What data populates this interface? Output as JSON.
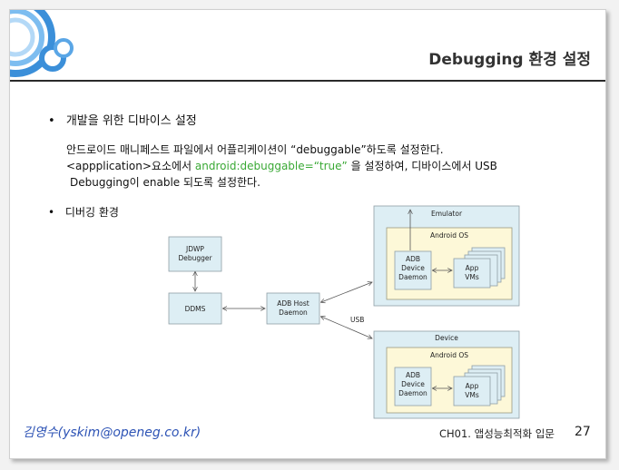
{
  "slide": {
    "title": "Debugging 환경 설정",
    "bullets": [
      {
        "marker": "•",
        "text": "개발을 위한 디바이스 설정"
      },
      {
        "marker": "•",
        "text": "디버깅 환경"
      }
    ],
    "body": {
      "line1": "안드로이드 매니페스트 파일에서 어플리케이션이 “debuggable”하도록 설정한다.",
      "line2_prefix": "<appplication>요소에서 ",
      "line2_code": "android:debuggable=“true”",
      "line2_suffix": " 을 설정하여, 디바이스에서 USB",
      "line3": "Debugging이 enable 되도록 설정한다."
    },
    "diagram": {
      "jdwp_line1": "JDWP",
      "jdwp_line2": "Debugger",
      "ddms": "DDMS",
      "adb_host_line1": "ADB Host",
      "adb_host_line2": "Daemon",
      "usb": "USB",
      "emulator": {
        "title": "Emulator",
        "os": "Android OS",
        "adb_line1": "ADB",
        "adb_line2": "Device",
        "adb_line3": "Daemon",
        "app_line1": "App",
        "app_line2": "VMs"
      },
      "device": {
        "title": "Device",
        "os": "Android OS",
        "adb_line1": "ADB",
        "adb_line2": "Device",
        "adb_line3": "Daemon",
        "app_line1": "App",
        "app_line2": "VMs"
      }
    },
    "footer": {
      "author": "김영수(yskim@openeg.co.kr)",
      "chapter": "CH01. 앱성능최적화 입문",
      "page": "27"
    }
  },
  "colors": {
    "title_bar_line": "#2a2a2a",
    "circle_blue": "#3b8fd9",
    "code_green": "#3aa935",
    "box_fill": "#ddeef4",
    "os_fill": "#fdf8d8",
    "author_blue": "#2d53b5"
  }
}
